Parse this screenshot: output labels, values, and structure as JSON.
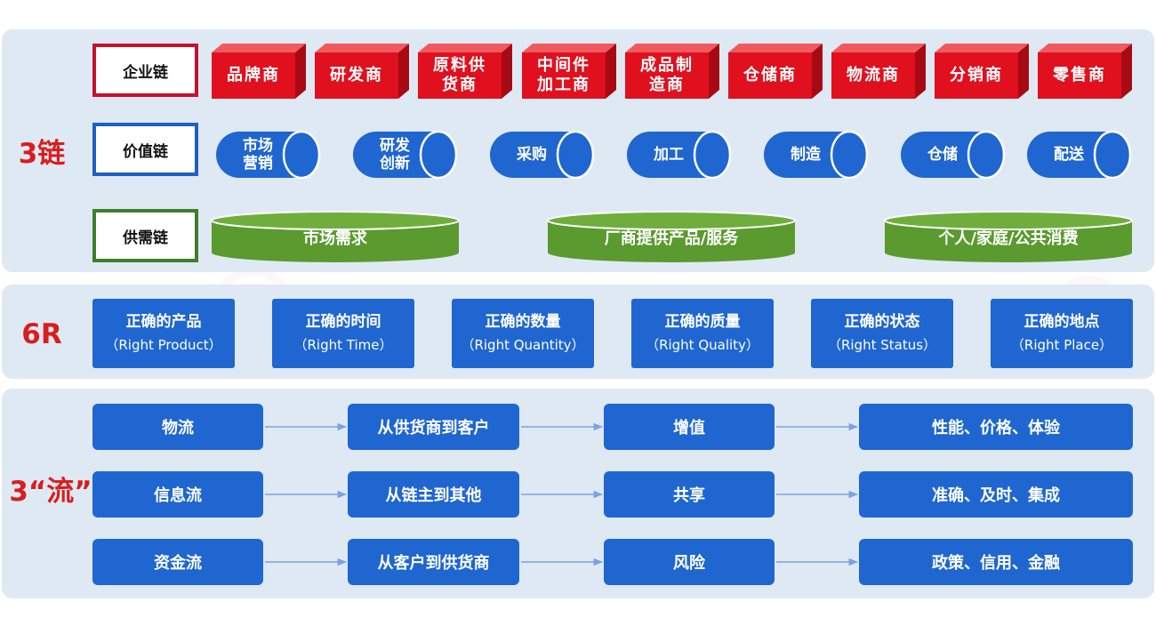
{
  "sections": {
    "chains_label": "3链",
    "r6_label": "6R",
    "flows_label": "3“流”"
  },
  "chains": {
    "enterprise": {
      "label": "企业链",
      "items": [
        "品牌商",
        "研发商",
        "原料供货商",
        "中间件加工商",
        "成品制造商",
        "仓储商",
        "物流商",
        "分销商",
        "零售商"
      ],
      "lines": [
        [
          "品牌商"
        ],
        [
          "研发商"
        ],
        [
          "原料供",
          "货商"
        ],
        [
          "中间件",
          "加工商"
        ],
        [
          "成品制",
          "造商"
        ],
        [
          "仓储商"
        ],
        [
          "物流商"
        ],
        [
          "分销商"
        ],
        [
          "零售商"
        ]
      ]
    },
    "value": {
      "label": "价值链",
      "items": [
        "市场营销",
        "研发创新",
        "采购",
        "加工",
        "制造",
        "仓储",
        "配送"
      ],
      "lines": [
        [
          "市场",
          "营销"
        ],
        [
          "研发",
          "创新"
        ],
        [
          "采购"
        ],
        [
          "加工"
        ],
        [
          "制造"
        ],
        [
          "仓储"
        ],
        [
          "配送"
        ]
      ]
    },
    "supply": {
      "label": "供需链",
      "items": [
        "市场需求",
        "厂商提供产品/服务",
        "个人/家庭/公共消费"
      ]
    }
  },
  "r6": [
    {
      "zh": "正确的产品",
      "en": "（Right Product）"
    },
    {
      "zh": "正确的时间",
      "en": "（Right Time）"
    },
    {
      "zh": "正确的数量",
      "en": "（Right Quantity）"
    },
    {
      "zh": "正确的质量",
      "en": "（Right Quality）"
    },
    {
      "zh": "正确的状态",
      "en": "（Right Status）"
    },
    {
      "zh": "正确的地点",
      "en": "（Right Place）"
    }
  ],
  "flows": [
    [
      "物流",
      "从供货商到客户",
      "增值",
      "性能、价格、体验"
    ],
    [
      "信息流",
      "从链主到其他",
      "共享",
      "准确、及时、集成"
    ],
    [
      "资金流",
      "从客户到供货商",
      "风险",
      "政策、信用、金融"
    ]
  ],
  "colors": {
    "panel": "#dfe9f4",
    "red_box": "#e0101e",
    "blue_box": "#1f66d0",
    "green_disc": "#5a9a2e",
    "label_red": "#d81e1e"
  }
}
